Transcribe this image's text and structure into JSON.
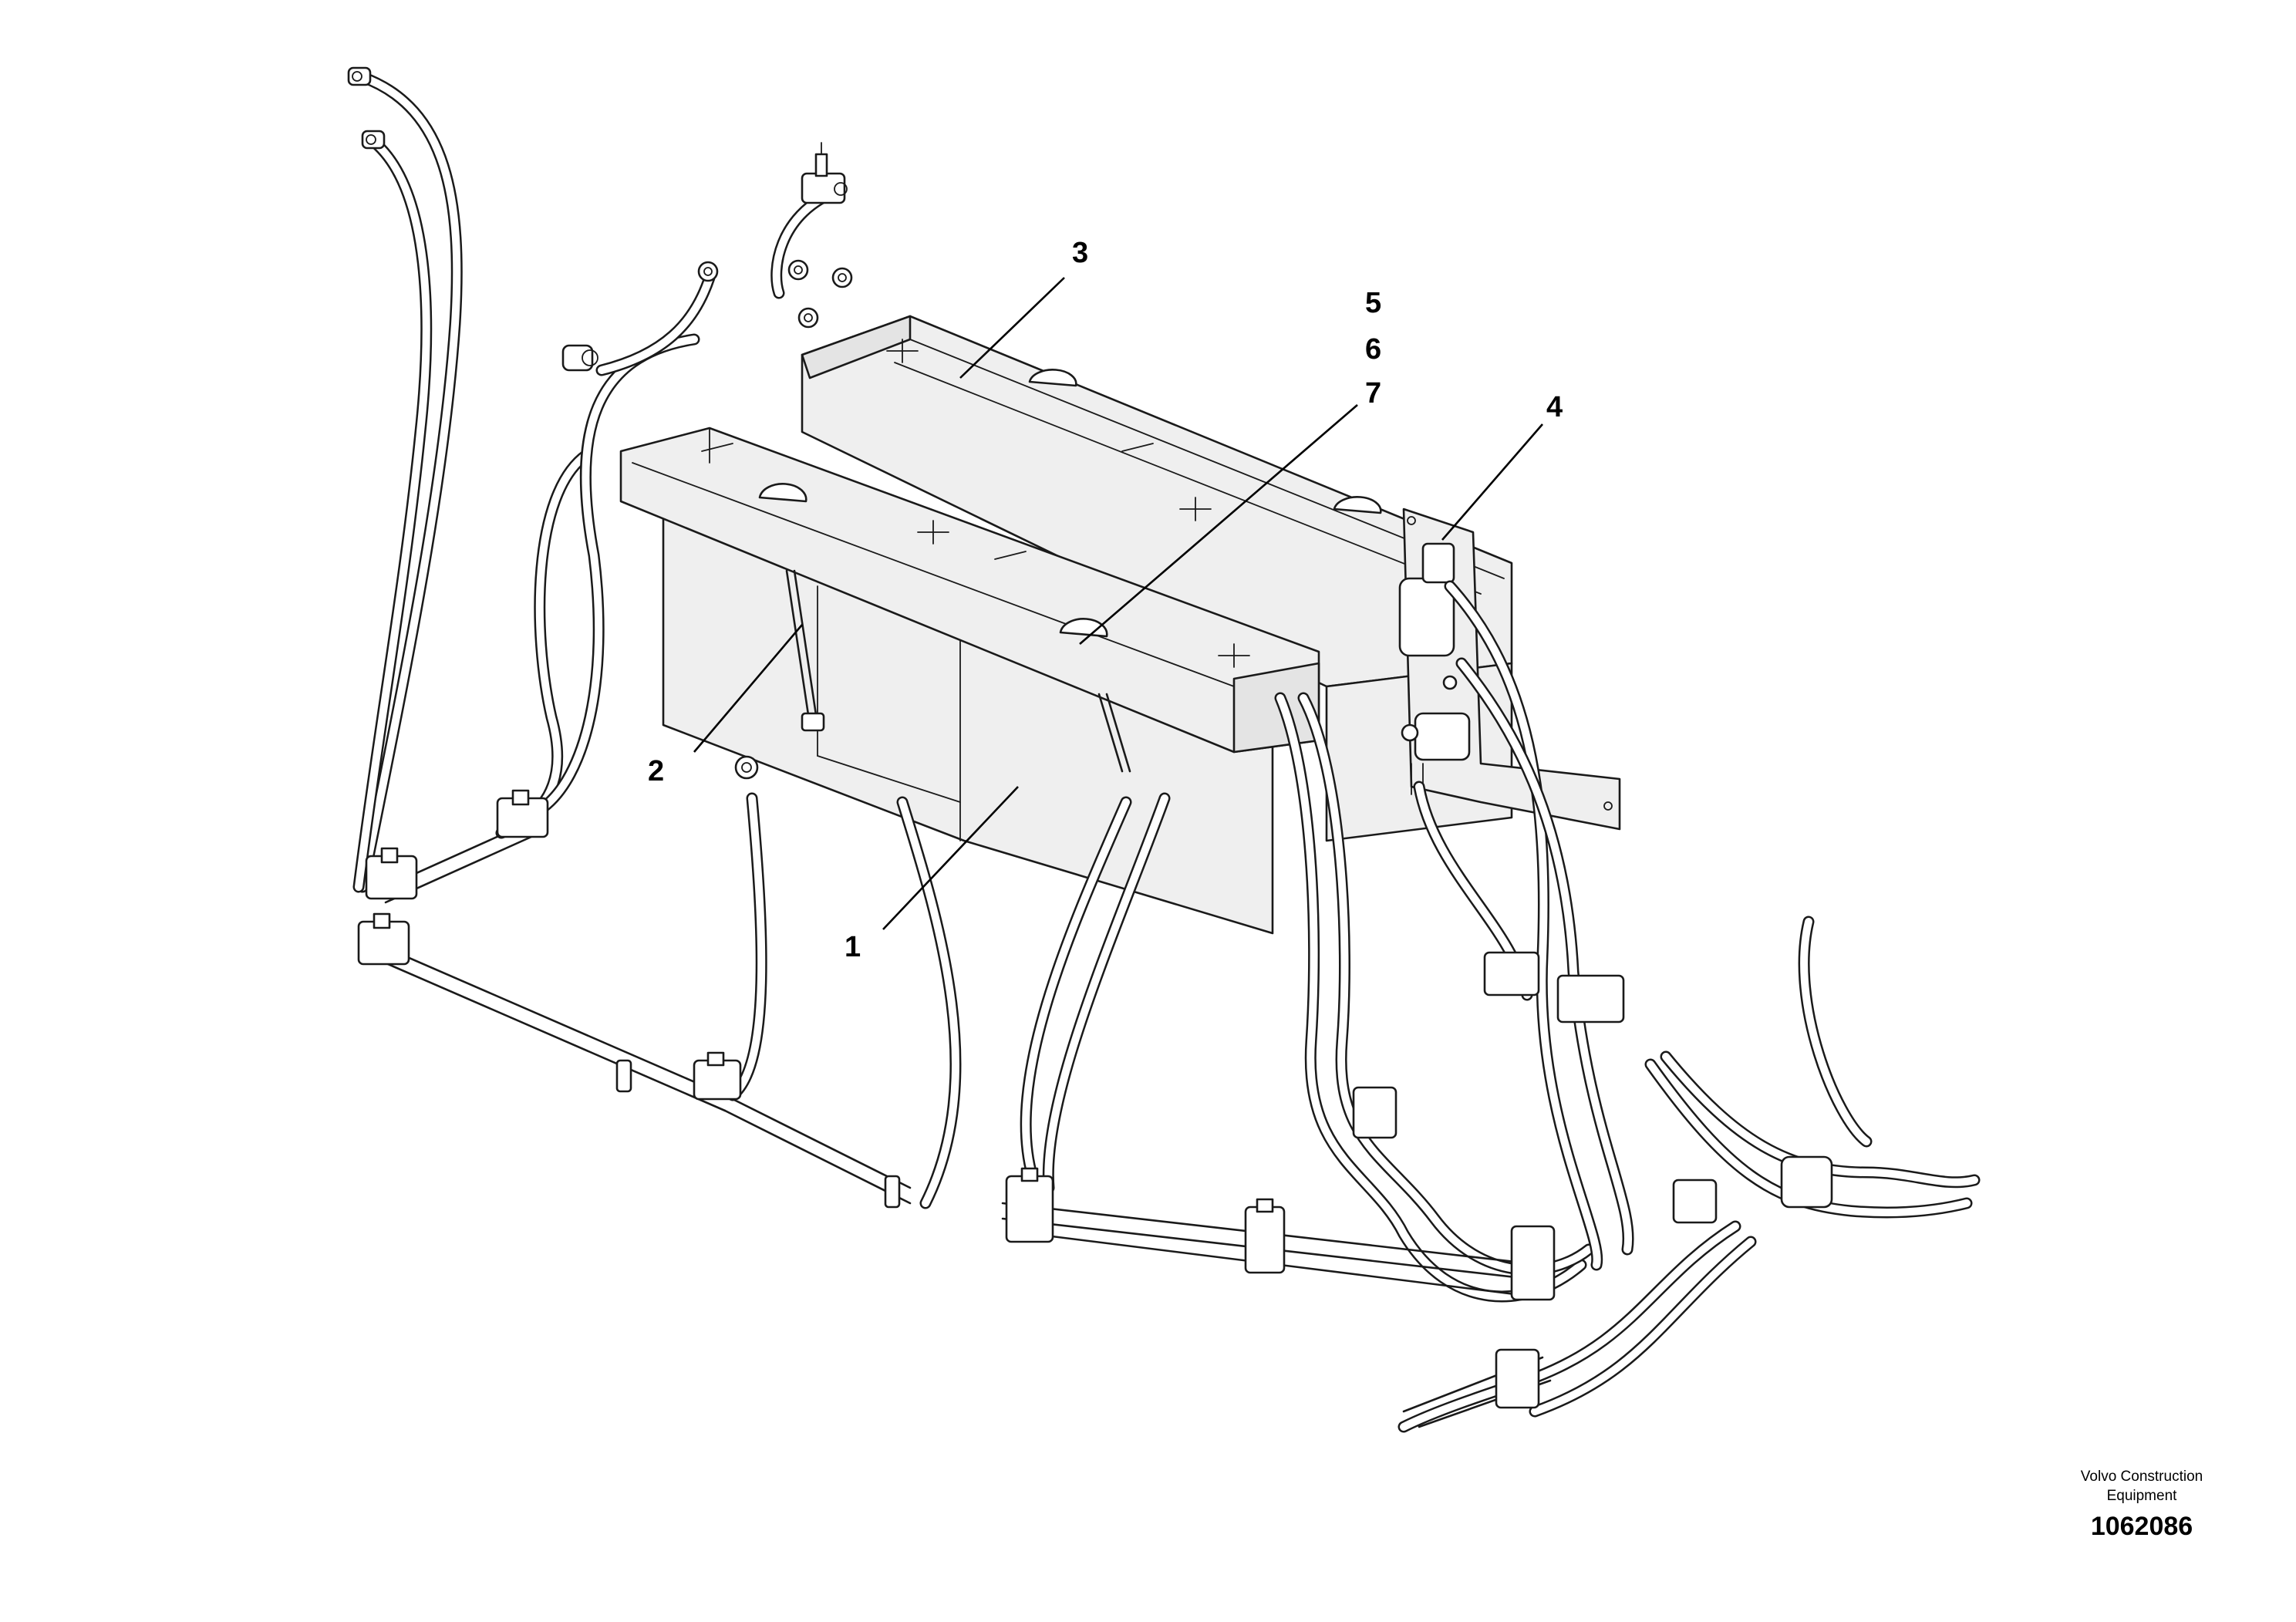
{
  "callouts": [
    {
      "id": "item-1",
      "label": "1"
    },
    {
      "id": "item-2",
      "label": "2"
    },
    {
      "id": "item-3",
      "label": "3"
    },
    {
      "id": "item-4",
      "label": "4"
    },
    {
      "id": "item-5",
      "label": "5"
    },
    {
      "id": "item-6",
      "label": "6"
    },
    {
      "id": "item-7",
      "label": "7"
    }
  ],
  "footer": {
    "publisher_line1": "Volvo Construction",
    "publisher_line2": "Equipment",
    "drawing_number": "1062086"
  }
}
